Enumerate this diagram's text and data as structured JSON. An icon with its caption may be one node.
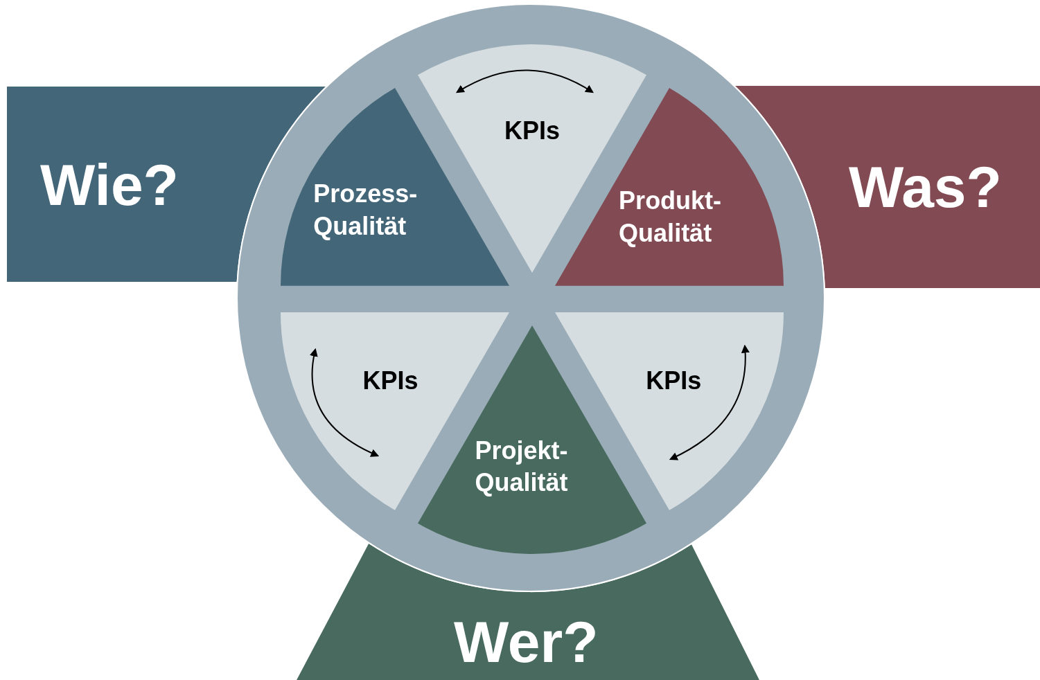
{
  "diagram": {
    "nodes": [
      {
        "text": [
          "Wie?"
        ]
      },
      {
        "text": [
          "Was?"
        ]
      },
      {
        "text": [],
        "shape": "circle"
      },
      {
        "text": [
          "KPIs"
        ],
        "in": 2
      },
      {
        "text": [
          "Prozess-Qualität"
        ],
        "in": 2
      },
      {
        "text": [
          "Produkt-Qualität"
        ],
        "in": 2
      },
      {
        "text": [
          "KPIs"
        ],
        "in": 2
      },
      {
        "text": [
          "KPIs"
        ],
        "in": 2
      },
      {
        "text": [
          "Projekt-Qualität"
        ],
        "in": 2
      },
      {
        "text": [
          "Wer?"
        ]
      }
    ]
  }
}
